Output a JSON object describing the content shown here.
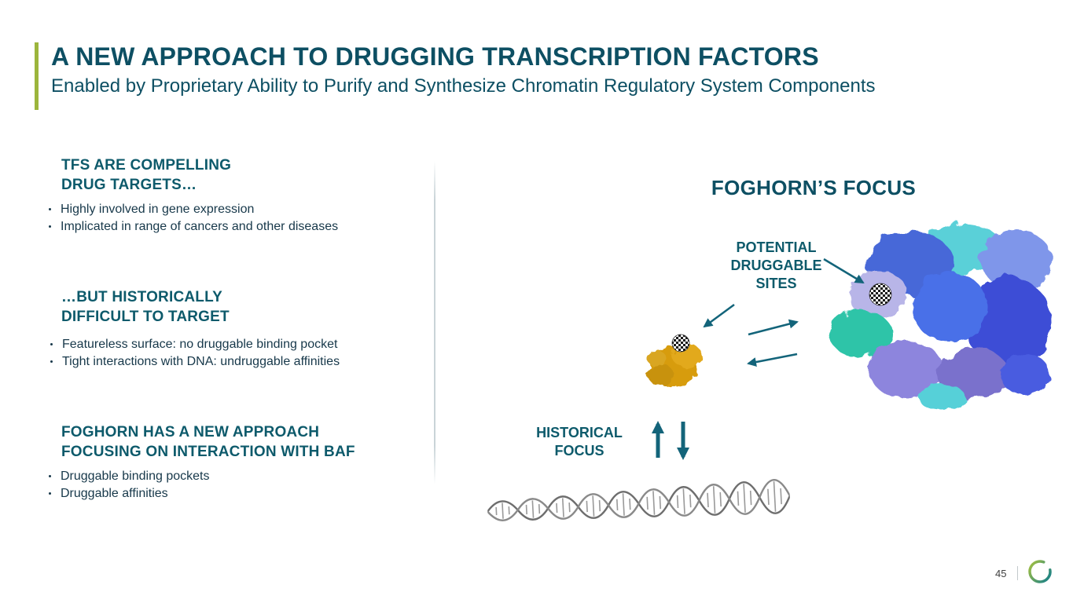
{
  "slide": {
    "title": "A NEW APPROACH TO DRUGGING TRANSCRIPTION FACTORS",
    "subtitle": "Enabled by Proprietary Ability to Purify and Synthesize Chromatin Regulatory System Components",
    "page_number": "45"
  },
  "left_sections": [
    {
      "heading": "TFS ARE COMPELLING\nDRUG TARGETS…",
      "bullets": [
        "Highly involved in gene expression",
        "Implicated in range of cancers and other diseases"
      ]
    },
    {
      "heading": "…BUT HISTORICALLY\nDIFFICULT TO TARGET",
      "bullets": [
        "Featureless surface: no druggable binding pocket",
        "Tight interactions with DNA: undruggable affinities"
      ]
    },
    {
      "heading": "FOGHORN HAS A NEW APPROACH\nFOCUSING ON INTERACTION WITH BAF",
      "bullets": [
        "Druggable binding pockets",
        "Druggable affinities"
      ]
    }
  ],
  "diagram": {
    "heading": "FOGHORN’S FOCUS",
    "potential_sites_label": "POTENTIAL\nDRUGGABLE\nSITES",
    "historical_focus_label": "HISTORICAL\nFOCUS"
  },
  "colors": {
    "accent_green": "#9cb53c",
    "heading_teal": "#0d4f63",
    "section_teal": "#0d5a6b",
    "body_text": "#17384a",
    "arrow_teal": "#13647a",
    "protein_gold": "#d79c10",
    "logo_green": "#a9c23e",
    "logo_teal": "#0f7c8c"
  }
}
